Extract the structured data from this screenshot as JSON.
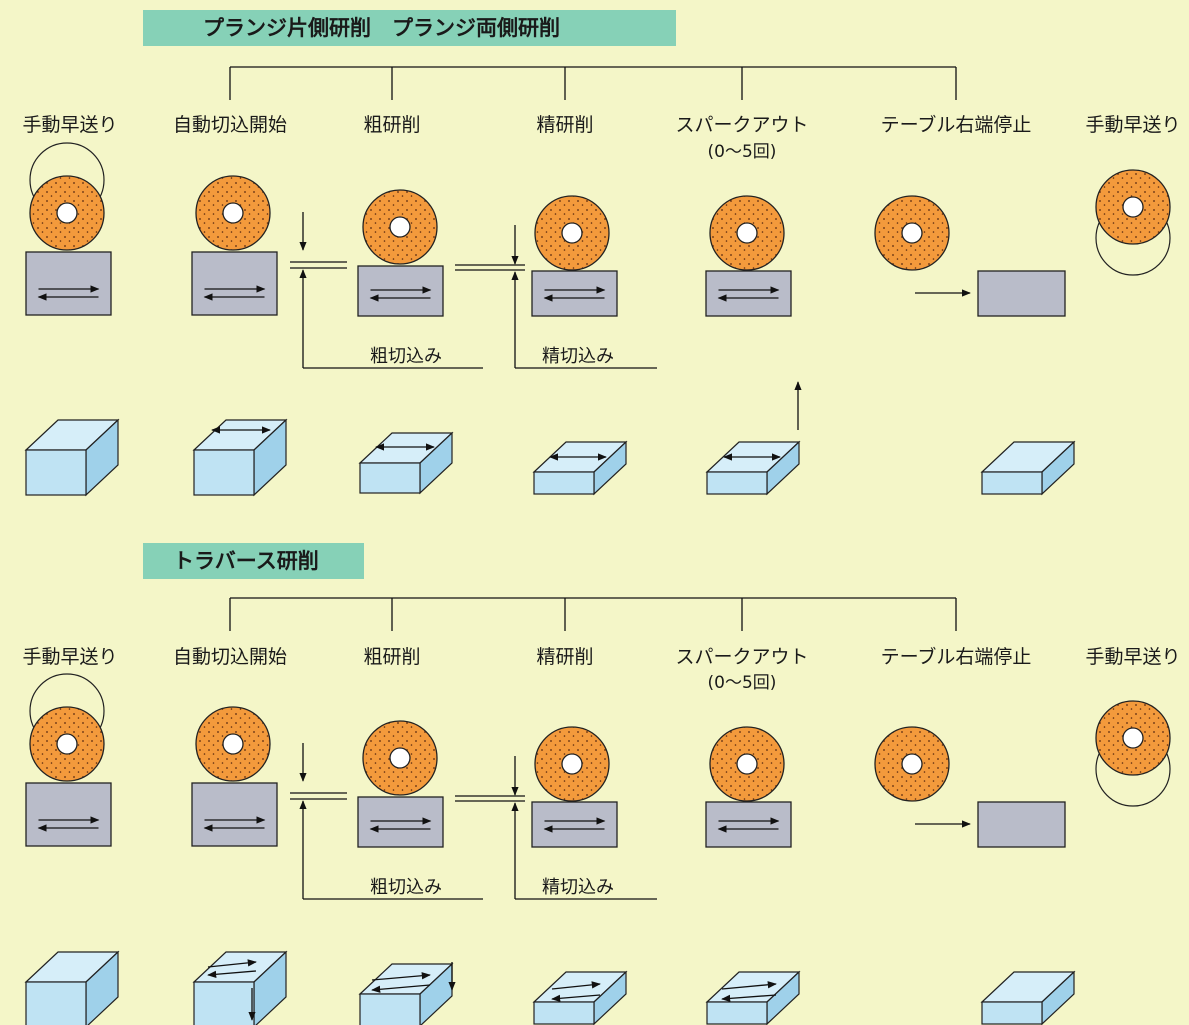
{
  "sections": [
    {
      "title": "プランジ片側研削　プランジ両側研削",
      "steps": [
        "手動早送り",
        "自動切込開始",
        "粗研削",
        "精研削",
        "スパークアウト",
        "テーブル右端停止",
        "手動早送り"
      ],
      "sparkout_note": "(0〜5回)",
      "feed_labels": [
        "粗切込み",
        "精切込み"
      ]
    },
    {
      "title": "トラバース研削",
      "steps": [
        "手動早送り",
        "自動切込開始",
        "粗研削",
        "精研削",
        "スパークアウト",
        "テーブル右端停止",
        "手動早送り"
      ],
      "sparkout_note": "(0〜5回)",
      "feed_labels": [
        "粗切込み",
        "精切込み"
      ]
    }
  ],
  "colors": {
    "background": "#f4f6c8",
    "header": "#86d1b7",
    "wheel": "#f39a3c",
    "table": "#b9bcc9",
    "block": "#bfe3f3"
  }
}
